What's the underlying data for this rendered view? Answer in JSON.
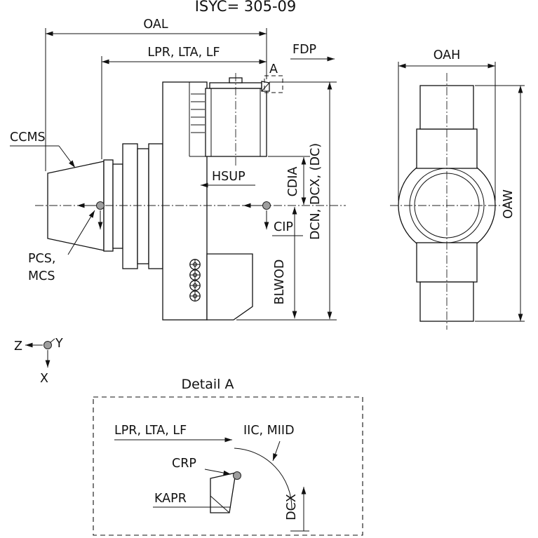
{
  "title": "ISYC= 305-09",
  "colors": {
    "line": "#111111",
    "point_marker": "#9e9e9e",
    "background": "#ffffff"
  },
  "main_view": {
    "dims": {
      "oal": "OAL",
      "lpr_lta_lf": "LPR, LTA, LF",
      "fdp": "FDP",
      "detail_marker": "A",
      "ccms": "CCMS",
      "hsup": "HSUP",
      "cdia": "CDIA",
      "cip": "CIP",
      "dcn_dcx_dc": "DCN, DCX, (DC)",
      "blwod": "BLWOD",
      "pcs_line1": "PCS,",
      "pcs_line2": "MCS"
    }
  },
  "front_view": {
    "dims": {
      "oah": "OAH",
      "oaw": "OAW"
    }
  },
  "axes": {
    "x": "X",
    "y": "Y",
    "z": "Z"
  },
  "detail_view": {
    "title": "Detail A",
    "dims": {
      "lpr_lta_lf": "LPR, LTA, LF",
      "iic_miid": "IIC, MIID",
      "crp": "CRP",
      "kapr": "KAPR",
      "dcx": "DCX"
    }
  }
}
